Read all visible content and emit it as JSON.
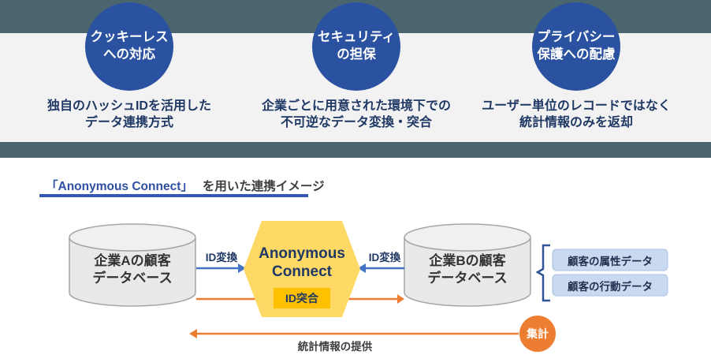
{
  "colors": {
    "header_band": "#4A656E",
    "feature_section_bg": "#F2F2F2",
    "feature_circle_navy": "#2B52A0",
    "feature_text_navy": "#1F3864",
    "title_brand_blue": "#2E4FA3",
    "title_underline_blue": "#3558B4",
    "hexagon_yellow": "#FFD966",
    "badge_yellow": "#FFC000",
    "arrow_blue": "#4472C4",
    "arrow_orange": "#ED7D31",
    "cylinder_gray": "#E9E9E9",
    "output_box_blue": "#CBD9F0",
    "bracket_blue": "#2E5496"
  },
  "features": [
    {
      "circle": {
        "line1": "クッキーレス",
        "line2": "への対応"
      },
      "desc": {
        "line1": "独自のハッシュIDを活用した",
        "line2": "データ連携方式"
      }
    },
    {
      "circle": {
        "line1": "セキュリティ",
        "line2": "の担保"
      },
      "desc": {
        "line1": "企業ごとに用意された環境下での",
        "line2": "不可逆なデータ変換・突合"
      }
    },
    {
      "circle": {
        "line1": "プライバシー",
        "line2": "保護への配慮"
      },
      "desc": {
        "line1": "ユーザー単位のレコードではなく",
        "line2": "統計情報のみを返却"
      }
    }
  ],
  "section_title": {
    "brand": "「Anonymous Connect」",
    "suffix": "を用いた連携イメージ"
  },
  "diagram": {
    "database_a": {
      "line1": "企業Aの顧客",
      "line2": "データベース"
    },
    "database_b": {
      "line1": "企業Bの顧客",
      "line2": "データベース"
    },
    "hexagon": {
      "line1": "Anonymous",
      "line2": "Connect",
      "badge": "ID突合"
    },
    "id_conversion_left": "ID変換",
    "id_conversion_right": "ID変換",
    "output_boxes": [
      {
        "label": "顧客の属性データ"
      },
      {
        "label": "顧客の行動データ"
      }
    ],
    "aggregation": "集計",
    "return_label": "統計情報の提供"
  }
}
